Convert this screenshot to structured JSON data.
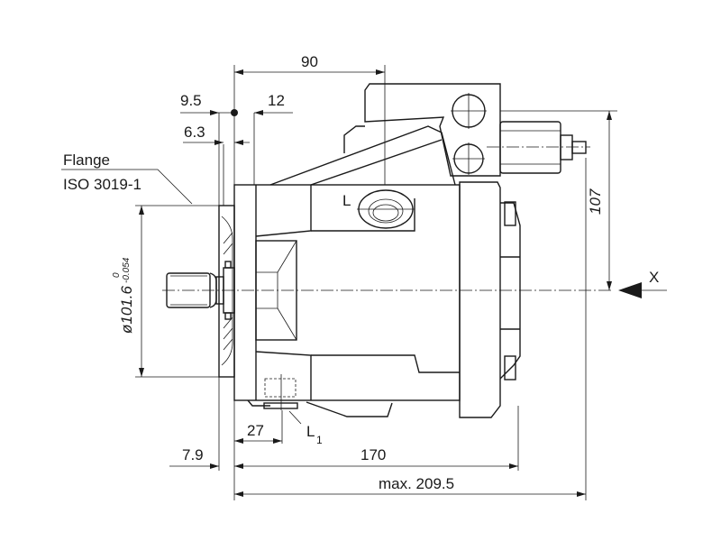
{
  "drawing": {
    "dimensions": {
      "d90": "90",
      "d9_5": "9.5",
      "d12": "12",
      "d6_3": "6.3",
      "d107": "107",
      "d7_9": "7.9",
      "d27": "27",
      "d170": "170",
      "dmax": "max. 209.5",
      "diameter": "ø101.6",
      "tol_upper": "0",
      "tol_lower": "-0.054"
    },
    "labels": {
      "flange_line1": "Flange",
      "flange_line2": "ISO 3019-1",
      "port_L": "L",
      "port_L1_main": "L",
      "port_L1_sub": "1",
      "view_X": "X"
    }
  }
}
